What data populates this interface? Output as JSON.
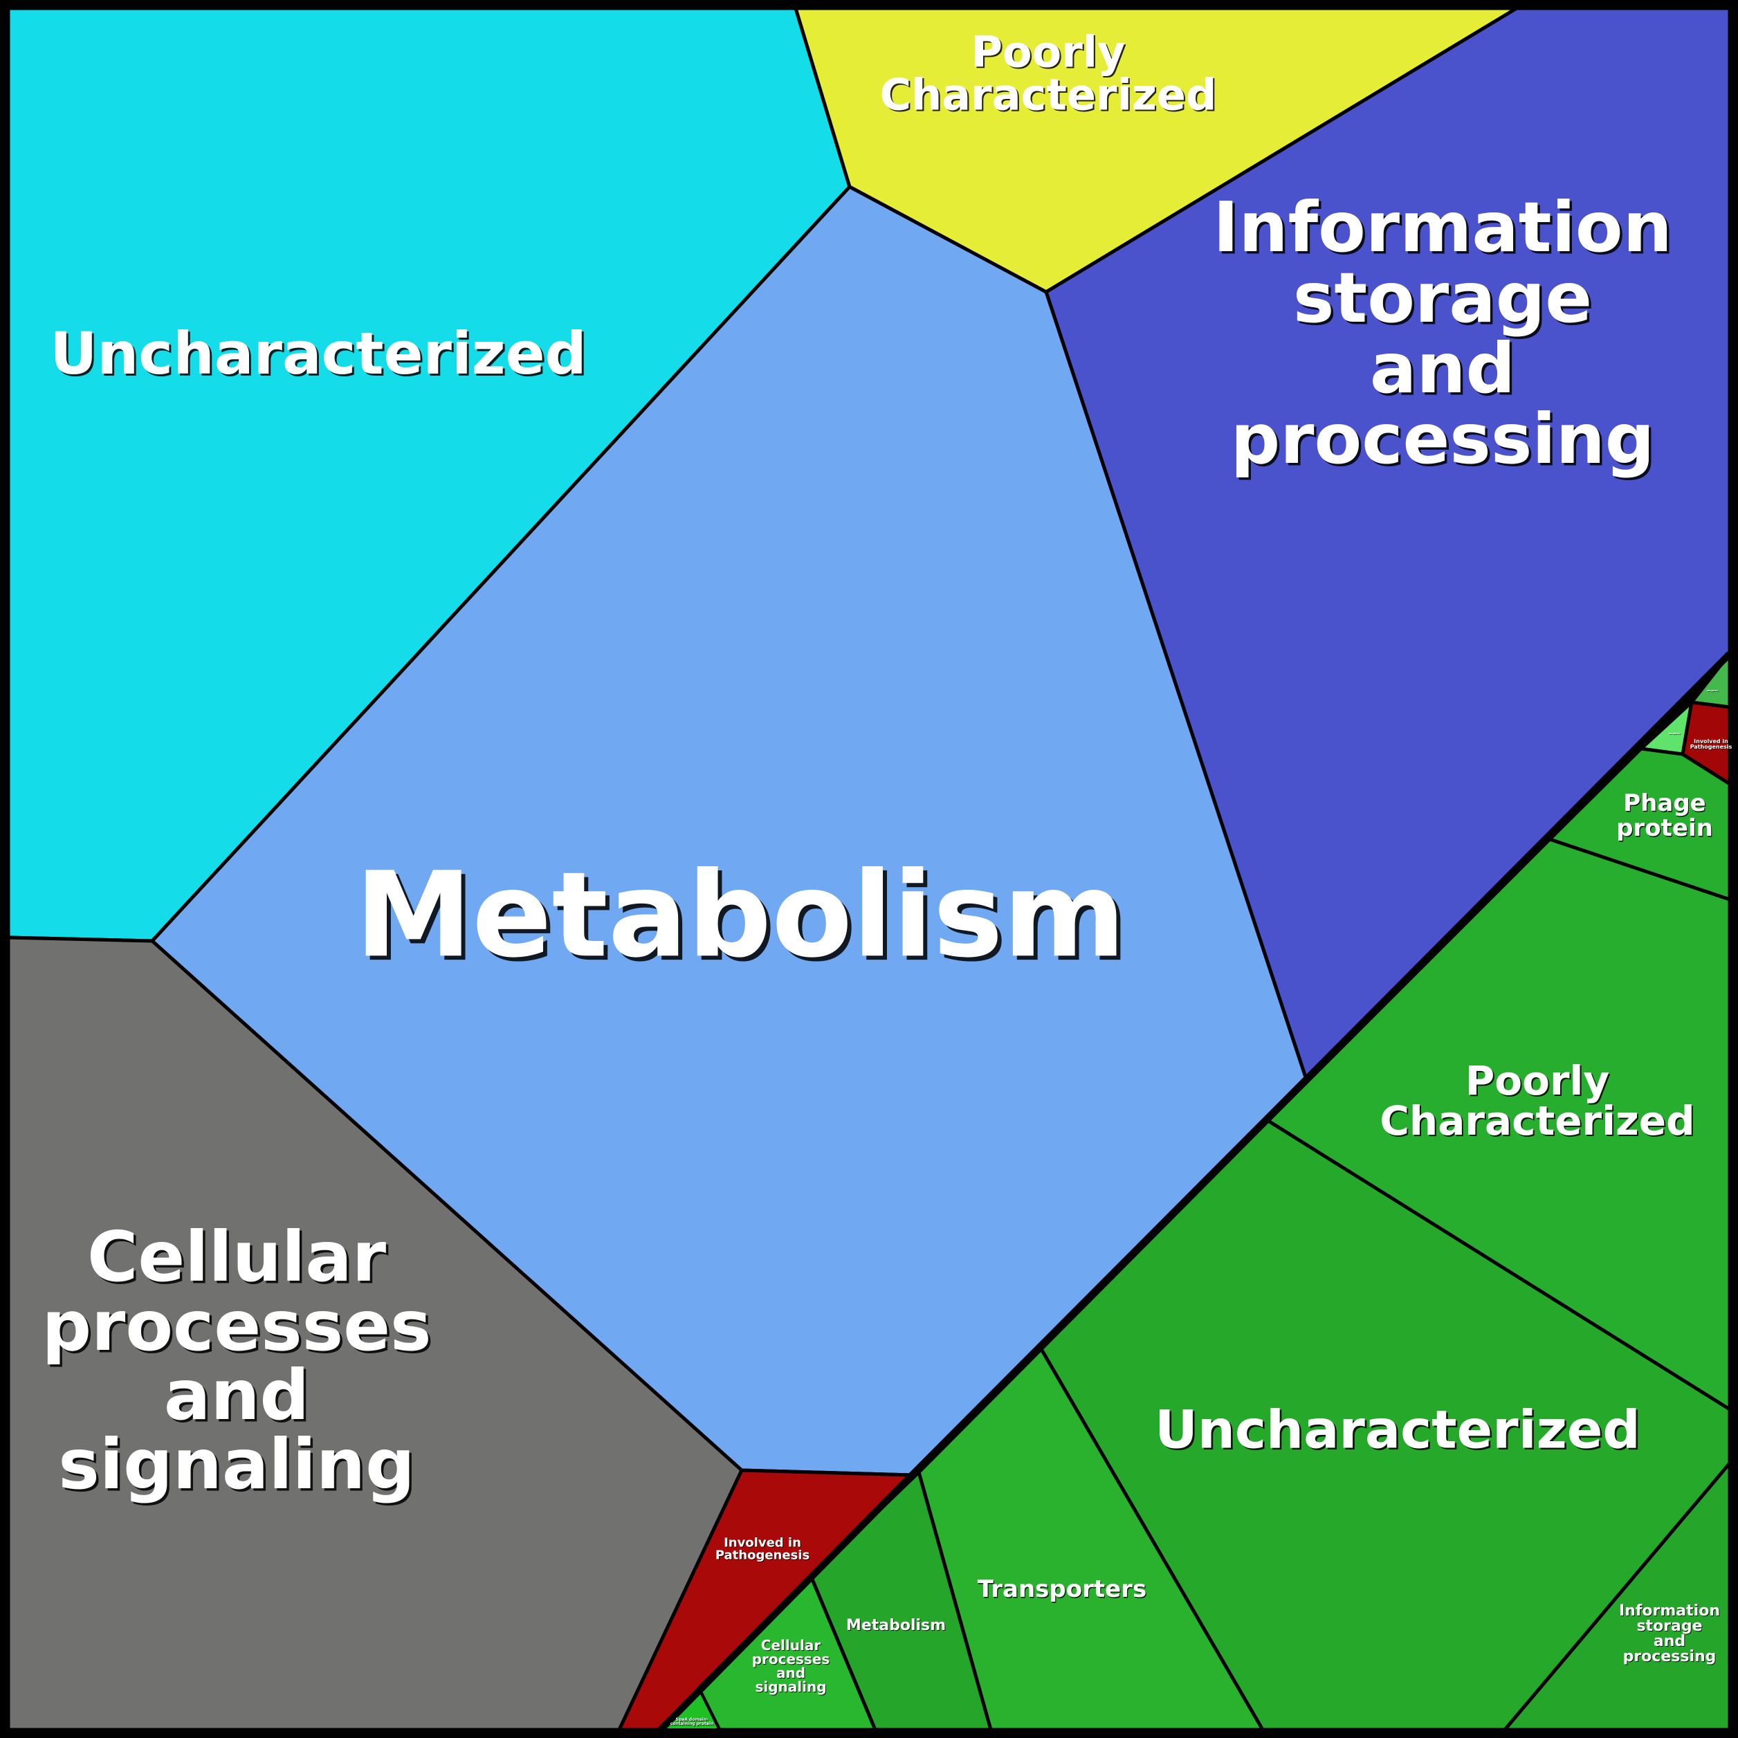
{
  "diagram": {
    "type": "voronoi-treemap",
    "outer_border_color": "#000000",
    "top_level_cells": [
      {
        "id": "uncharacterized",
        "label_lines": [
          "Uncharacterized"
        ],
        "color": "#14dde9"
      },
      {
        "id": "poorly-characterized",
        "label_lines": [
          "Poorly",
          "Characterized"
        ],
        "color": "#e6ed36"
      },
      {
        "id": "information-storage",
        "label_lines": [
          "Information",
          "storage",
          "and",
          "processing"
        ],
        "color": "#4b53cc"
      },
      {
        "id": "metabolism",
        "label_lines": [
          "Metabolism"
        ],
        "color": "#71a8f2"
      },
      {
        "id": "cellular-processes",
        "label_lines": [
          "Cellular",
          "processes",
          "and",
          "signaling"
        ],
        "color": "#717170"
      },
      {
        "id": "involved-in-pathogenesis",
        "label_lines": [
          "Involved in",
          "Pathogenesis"
        ],
        "color": "#aa0909"
      },
      {
        "id": "green-group",
        "label_lines": [],
        "color": "#28ae2e",
        "children": [
          {
            "id": "green-poorly-characterized",
            "label_lines": [
              "Poorly",
              "Characterized"
            ],
            "color": "#28ae2e"
          },
          {
            "id": "green-uncharacterized",
            "label_lines": [
              "Uncharacterized"
            ],
            "color": "#26a82b"
          },
          {
            "id": "green-transporters",
            "label_lines": [
              "Transporters"
            ],
            "color": "#2ab22f"
          },
          {
            "id": "green-metabolism",
            "label_lines": [
              "Metabolism"
            ],
            "color": "#25a52a"
          },
          {
            "id": "green-cellular-processes",
            "label_lines": [
              "Cellular",
              "processes",
              "and",
              "signaling"
            ],
            "color": "#28b72e"
          },
          {
            "id": "green-spaa-domain",
            "label_lines": [
              "SpaA domain-",
              "containing protein"
            ],
            "color": "#1ec026"
          },
          {
            "id": "green-information-storage",
            "label_lines": [
              "Information",
              "storage",
              "and",
              "processing"
            ],
            "color": "#25a52a"
          },
          {
            "id": "green-phage-protein",
            "label_lines": [
              "Phage",
              "protein"
            ],
            "color": "#28ae2e"
          },
          {
            "id": "green-involved-in-pathogenesis",
            "label_lines": [
              "Involved in",
              "Pathogenesis"
            ],
            "color": "#a30606"
          },
          {
            "id": "green-small-cell-a",
            "label_lines": [
              "(illegible)"
            ],
            "color": "#5fe36a"
          },
          {
            "id": "green-small-cell-b",
            "label_lines": [
              "(illegible)"
            ],
            "color": "#45b84b"
          }
        ]
      }
    ]
  }
}
